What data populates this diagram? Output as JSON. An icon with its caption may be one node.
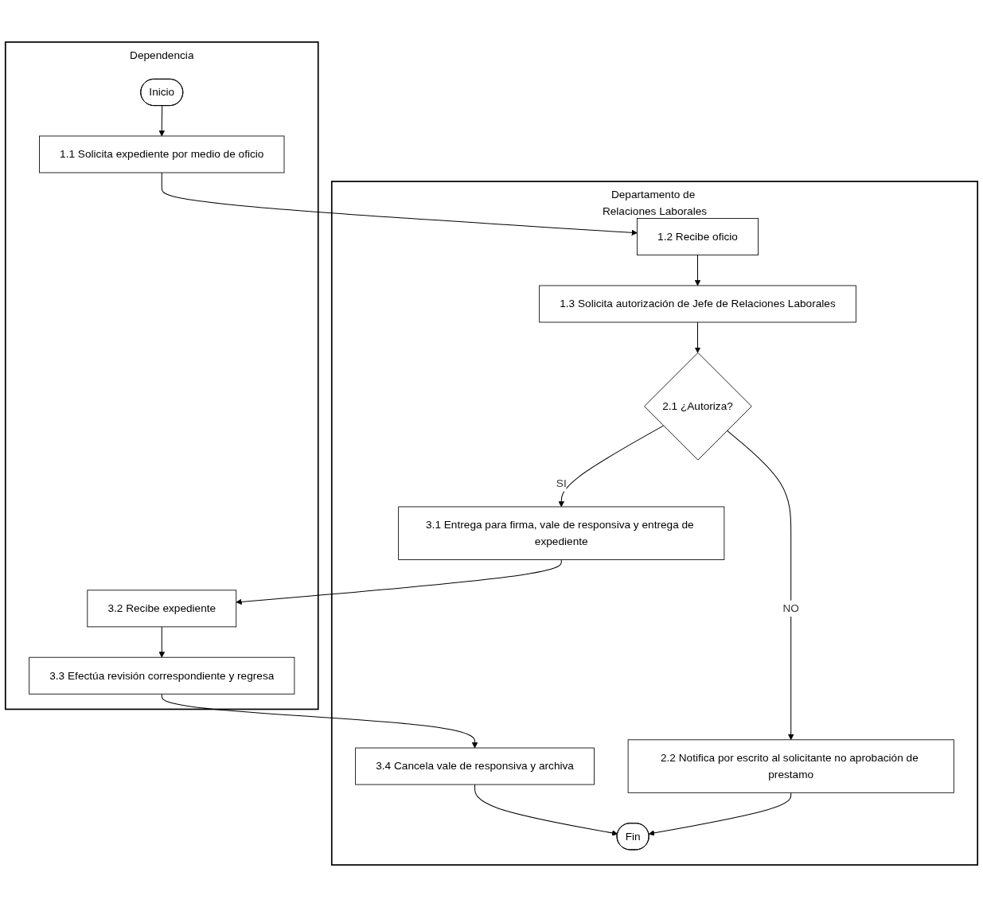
{
  "diagram": {
    "nodes": [
      {
        "text": [
          "Dependencia"
        ]
      },
      {
        "text": [
          "Departamento de Relaciones Laborales"
        ]
      },
      {
        "text": [
          "Inicio"
        ],
        "in": 0
      },
      {
        "text": [
          "1.1 Solicita expediente por medio de oficio"
        ],
        "in": 0
      },
      {
        "text": [
          "1.2 Recibe oficio"
        ],
        "in": 1
      },
      {
        "text": [
          "1.3 Solicita autorización de Jefe de Relaciones Laborales"
        ],
        "in": 1
      },
      {
        "text": [
          "2.1 ¿Autoriza?"
        ],
        "in": 1
      },
      {
        "text": [
          "2.2 Notifica por escrito al solicitante no aprobación de prestamo"
        ],
        "in": 1
      },
      {
        "text": [
          "3.1 Entrega para firma, vale de responsiva y entrega de expediente"
        ],
        "in": 1
      },
      {
        "text": [
          "3.2 Recibe expediente"
        ],
        "in": 0
      },
      {
        "text": [
          "3.3 Efectúa revisión correspondiente y regresa"
        ],
        "in": 0
      },
      {
        "text": [
          "3.4 Cancela vale de responsiva y archiva"
        ],
        "in": 1
      },
      {
        "text": [
          "Fin"
        ],
        "in": 1
      }
    ],
    "edges": [
      {
        "from": 2,
        "to": 3,
        "arrow": "to"
      },
      {
        "from": 3,
        "to": 4,
        "arrow": "to"
      },
      {
        "from": 4,
        "to": 5,
        "arrow": "to"
      },
      {
        "from": 5,
        "to": 6,
        "arrow": "to"
      },
      {
        "from": 6,
        "to": 7,
        "arrow": "to",
        "label": "NO"
      },
      {
        "from": 6,
        "to": 8,
        "arrow": "to",
        "label": "SI"
      },
      {
        "from": 8,
        "to": 9,
        "arrow": "to"
      },
      {
        "from": 9,
        "to": 10,
        "arrow": "to"
      },
      {
        "from": 10,
        "to": 11,
        "arrow": "to"
      },
      {
        "from": 11,
        "to": 12,
        "arrow": "to"
      },
      {
        "from": 7,
        "to": 12,
        "arrow": "to"
      }
    ]
  }
}
